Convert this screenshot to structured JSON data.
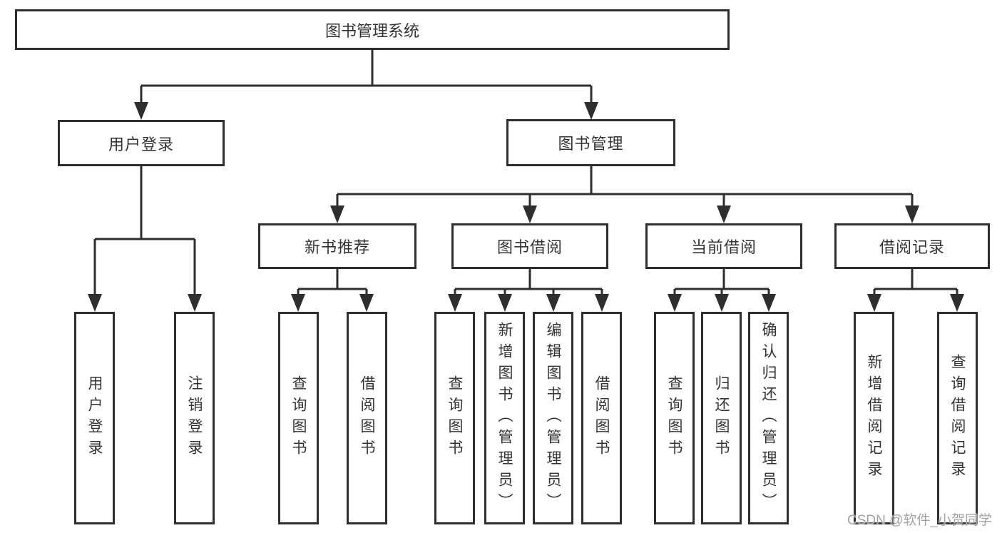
{
  "diagram_title": "图书管理系统",
  "nodes": {
    "root": "图书管理系统",
    "user_login": "用户登录",
    "book_management": "图书管理",
    "new_book_recommend": "新书推荐",
    "book_borrow": "图书借阅",
    "current_borrow": "当前借阅",
    "borrow_record": "借阅记录",
    "leaf_user_login": "用户登录",
    "leaf_logout": "注销登录",
    "leaf_rec_query_book": "查询图书",
    "leaf_rec_borrow_book": "借阅图书",
    "leaf_bb_query_book": "查询图书",
    "leaf_bb_add_book": "新增图书（管理员）",
    "leaf_bb_edit_book": "编辑图书（管理员）",
    "leaf_bb_borrow_book": "借阅图书",
    "leaf_cb_query_book": "查询图书",
    "leaf_cb_return_book": "归还图书",
    "leaf_cb_confirm_return": "确认归还（管理员）",
    "leaf_br_add_record": "新增借阅记录",
    "leaf_br_query_record": "查询借阅记录"
  },
  "hierarchy": {
    "图书管理系统": {
      "用户登录": [
        "用户登录",
        "注销登录"
      ],
      "图书管理": {
        "新书推荐": [
          "查询图书",
          "借阅图书"
        ],
        "图书借阅": [
          "查询图书",
          "新增图书（管理员）",
          "编辑图书（管理员）",
          "借阅图书"
        ],
        "当前借阅": [
          "查询图书",
          "归还图书",
          "确认归还（管理员）"
        ],
        "借阅记录": [
          "新增借阅记录",
          "查询借阅记录"
        ]
      }
    }
  },
  "watermark": "CSDN @软件_小贺同学",
  "colors": {
    "line": "#2e2e2e",
    "box_border": "#2e2e2e",
    "text": "#333333",
    "background": "#ffffff",
    "watermark": "#a3a3a3"
  }
}
